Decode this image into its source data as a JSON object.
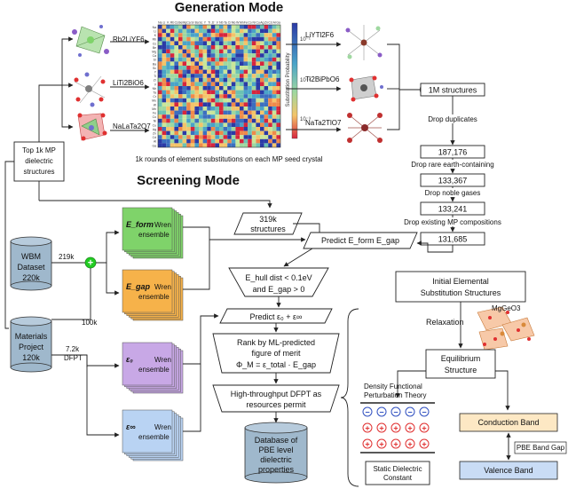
{
  "sections": {
    "generation_title": "Generation Mode",
    "screening_title": "Screening Mode"
  },
  "generation": {
    "seed_crystals": [
      "Rb2LiYF6",
      "LiTi2BiO6",
      "NaLaTa2O7"
    ],
    "generated_crystals": [
      "LiYTl2F6",
      "Ti2BiPbO6",
      "NaTa2TlO7"
    ],
    "heatmap_caption": "1k rounds of element substitutions on each MP seed crystal",
    "heatmap_colorbar_label": "Substitution Probability",
    "heatmap_colorbar_ticks": [
      "10⁻¹",
      "10⁻²",
      "10⁻³"
    ],
    "heatmap_axis_elements": [
      "Na",
      "Li",
      "K",
      "Rb",
      "Cs",
      "Be",
      "Mg",
      "Ca",
      "Sr",
      "Ba",
      "Sc",
      "Y",
      "Ti",
      "Zr",
      "V",
      "Nb",
      "Ta",
      "Cr",
      "Mo",
      "W",
      "Mn",
      "Fe",
      "Co",
      "Ni",
      "Cu",
      "Ag",
      "Zn",
      "Cd",
      "Al",
      "Ga",
      "In",
      "Tl",
      "Si",
      "Ge",
      "Sn",
      "Pb",
      "Bi",
      "O",
      "F",
      "Cl"
    ]
  },
  "pipeline": {
    "top_mp_box": [
      "Top 1k MP",
      "dielectric",
      "structures"
    ],
    "funnel": [
      {
        "value": "1M structures",
        "step": "Drop duplicates"
      },
      {
        "value": "187,176",
        "step": "Drop rare earth-containing"
      },
      {
        "value": "133,367",
        "step": "Drop noble gases"
      },
      {
        "value": "133,241",
        "step": "Drop existing MP compositions"
      },
      {
        "value": "131,685",
        "step": ""
      }
    ]
  },
  "screening": {
    "wbm_dataset": [
      "WBM",
      "Dataset",
      "220k"
    ],
    "materials_project": [
      "Materials",
      "Project",
      "120k"
    ],
    "label_219k": "219k",
    "label_100k": "100k",
    "label_7_2k": "7.2k",
    "label_dfpt": "DFPT",
    "ensembles": {
      "eform": {
        "symbol": "E_form",
        "name": "Wren",
        "suffix": "ensemble"
      },
      "egap": {
        "symbol": "E_gap",
        "name": "Wren",
        "suffix": "ensemble"
      },
      "eps0": {
        "symbol": "ε₀",
        "name": "Wren",
        "suffix": "ensemble"
      },
      "epsinf": {
        "symbol": "ε∞",
        "name": "Wren",
        "suffix": "ensemble"
      }
    },
    "structures_319k": [
      "319k",
      "structures"
    ],
    "predict_eform_egap": "Predict E_form E_gap",
    "hull_filter": [
      "E_hull dist < 0.1eV",
      "and E_gap > 0"
    ],
    "predict_eps": "Predict ε₀ + ε∞",
    "rank": [
      "Rank by ML-predicted",
      "figure of merit",
      "Φ_M = ε_total · E_gap"
    ],
    "dfpt": [
      "High-throughput DFPT as",
      "resources permit"
    ],
    "database": [
      "Database of",
      "PBE level",
      "dielectric",
      "properties"
    ]
  },
  "dft_inset": {
    "initial": [
      "Initial Elemental",
      "Substitution Structures"
    ],
    "relaxation": "Relaxation",
    "compound": "MgGeO3",
    "equilibrium": [
      "Equilibrium",
      "Structure"
    ],
    "dfpt_label": [
      "Density Functional",
      "Perturbation Theory"
    ],
    "static_dielectric": [
      "Static Dielectric",
      "Constant"
    ],
    "conduction_band": "Conduction Band",
    "pbe_gap": "PBE Band Gap",
    "valence_band": "Valence Band"
  },
  "colors": {
    "green_ensemble": "#7fd36a",
    "orange_ensemble": "#f6b24a",
    "purple_ensemble": "#c8a8e6",
    "blue_ensemble": "#b9d3f3",
    "cylinder": "#9fb8cc",
    "conduction": "#fde8c4",
    "valence": "#c9dcf5",
    "plus_red": "#e03030",
    "minus_blue": "#3050c0",
    "merge_green": "#22cc22"
  }
}
